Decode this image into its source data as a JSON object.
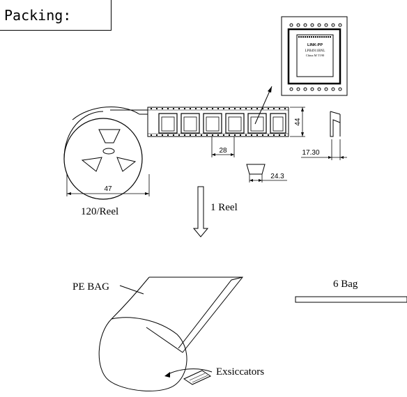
{
  "title": "Packing:",
  "chip": {
    "brand": "LINK-PP",
    "model": "LPB4911BNL",
    "origin": "China M T190"
  },
  "dimensions": {
    "tape_height": "44",
    "pocket_pitch": "28",
    "reel_diameter": "47",
    "reel_hub_width": "24.3",
    "side_width": "17.30"
  },
  "labels": {
    "per_reel": "120/Reel",
    "one_reel": "1 Reel",
    "pe_bag": "PE BAG",
    "bag_count": "6 Bag",
    "desiccant": "Exsiccators"
  }
}
